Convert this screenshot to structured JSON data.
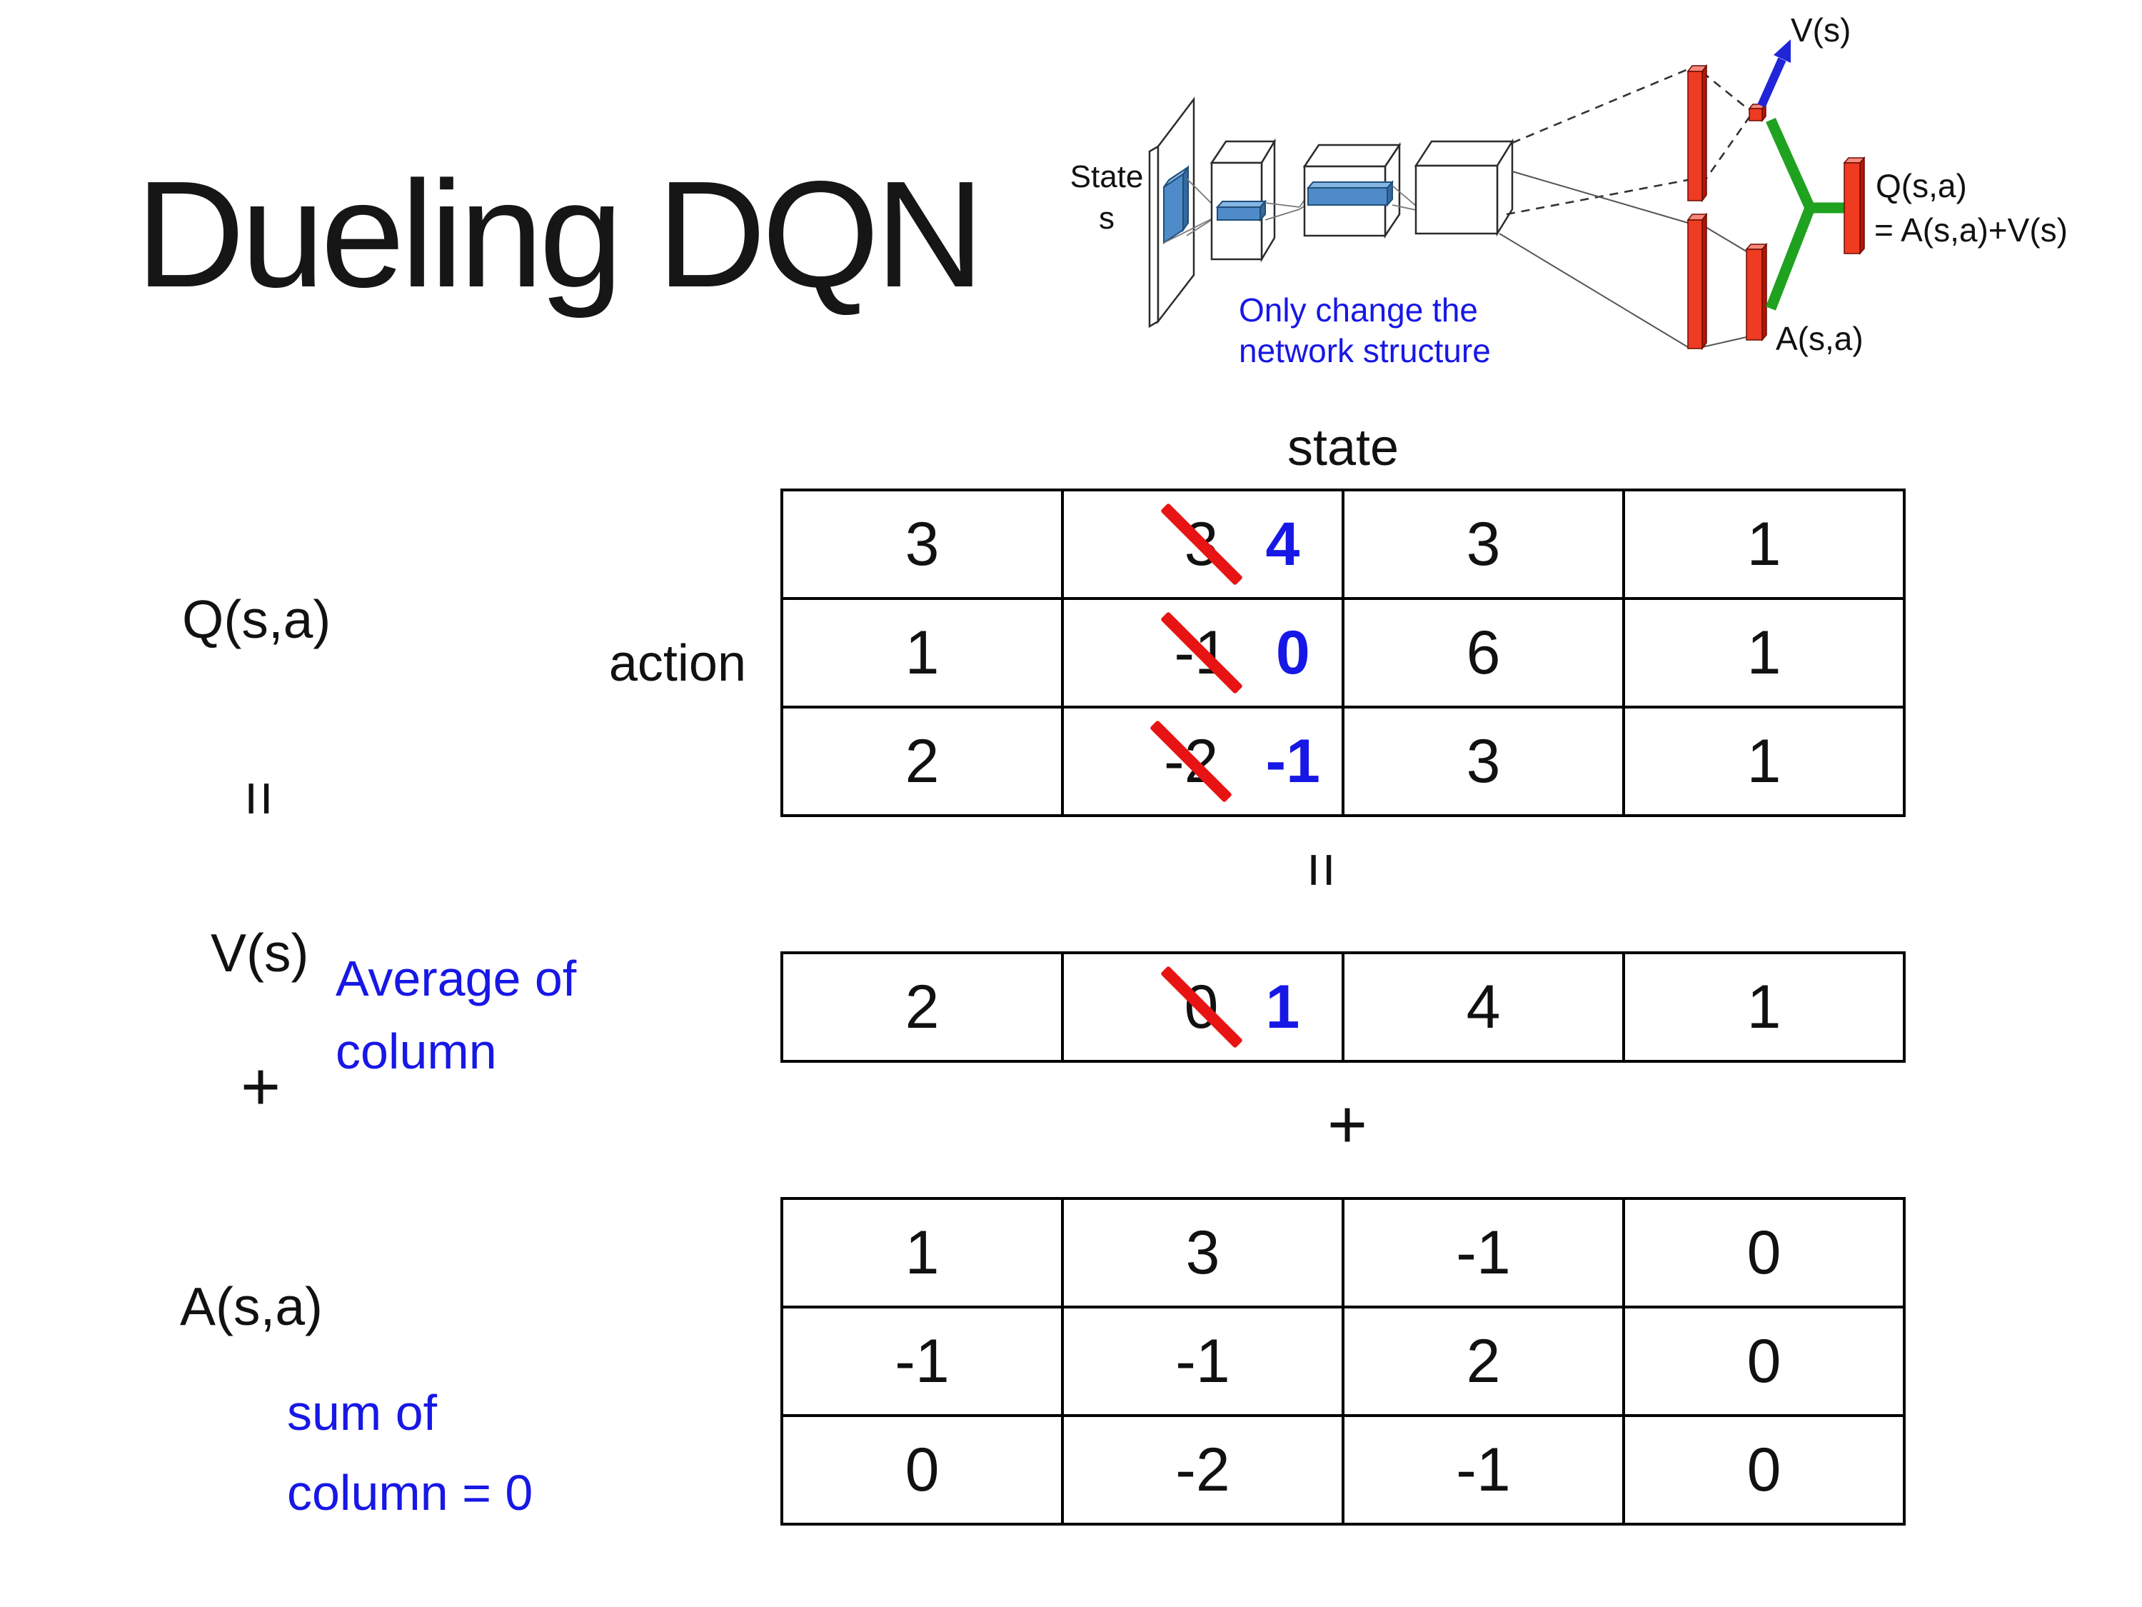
{
  "slide_title": "Dueling DQN",
  "colors": {
    "annotation_blue": "#1717E6",
    "strike_red": "#E81414",
    "bar_red": "#EE3B22",
    "feature_blue": "#4E8BC8",
    "merge_green": "#1FA21F",
    "arrow_blue": "#2026D8"
  },
  "network_diagram": {
    "state_label_line1": "State",
    "state_label_line2": "s",
    "note_line1": "Only change the",
    "note_line2": "network structure",
    "v_output_label": "V(s)",
    "q_output_label": "Q(s,a)",
    "q_output_formula": "= A(s,a)+V(s)",
    "a_output_label": "A(s,a)"
  },
  "equation": {
    "q_label": "Q(s,a)",
    "v_label": "V(s)",
    "a_label": "A(s,a)",
    "equals_symbol": "=",
    "plus_symbol": "+",
    "state_header": "state",
    "action_label": "action",
    "avg_note_line1": "Average of",
    "avg_note_line2": "column",
    "sum_note_line1": "sum of",
    "sum_note_line2": "column = 0"
  },
  "q_table": {
    "rows": [
      {
        "col1": "3",
        "col2_old": "3",
        "col2_new": "4",
        "col3": "3",
        "col4": "1"
      },
      {
        "col1": "1",
        "col2_old": "-1",
        "col2_new": "0",
        "col3": "6",
        "col4": "1"
      },
      {
        "col1": "2",
        "col2_old": "-2",
        "col2_new": "-1",
        "col3": "3",
        "col4": "1"
      }
    ]
  },
  "v_row": {
    "col1": "2",
    "col2_old": "0",
    "col2_new": "1",
    "col3": "4",
    "col4": "1"
  },
  "a_table": {
    "rows": [
      {
        "col1": "1",
        "col2": "3",
        "col3": "-1",
        "col4": "0"
      },
      {
        "col1": "-1",
        "col2": "-1",
        "col3": "2",
        "col4": "0"
      },
      {
        "col1": "0",
        "col2": "-2",
        "col3": "-1",
        "col4": "0"
      }
    ]
  }
}
